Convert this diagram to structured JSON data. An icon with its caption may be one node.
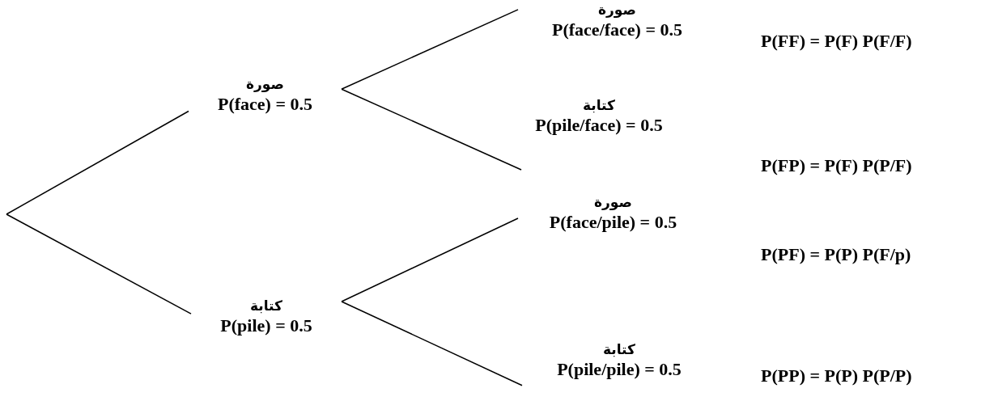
{
  "diagram": {
    "nodes": [
      {
        "text": [
          "صورة",
          "P(face) = 0.5"
        ]
      },
      {
        "text": [
          "كتابة",
          "P(pile) = 0.5"
        ]
      },
      {
        "text": [
          "صورة",
          "P(face/face) = 0.5"
        ]
      },
      {
        "text": [
          "كتابة",
          "P(pile/face) = 0.5"
        ]
      },
      {
        "text": [
          "صورة",
          "P(face/pile) = 0.5"
        ]
      },
      {
        "text": [
          "كتابة",
          "P(pile/pile) = 0.5"
        ]
      }
    ],
    "edges": [
      {
        "from": null,
        "to": 0,
        "arrow": "none"
      },
      {
        "from": null,
        "to": 1,
        "arrow": "none"
      },
      {
        "from": 0,
        "to": 2,
        "arrow": "none"
      },
      {
        "from": 0,
        "to": 3,
        "arrow": "none"
      },
      {
        "from": 1,
        "to": 4,
        "arrow": "none"
      },
      {
        "from": 1,
        "to": 5,
        "arrow": "none"
      }
    ],
    "labels": [
      "P(FF) = P(F) P(F/F)",
      "P(FP) = P(F) P(P/F)",
      "P(PF) = P(P) P(F/p)",
      "P(PP) = P(P) P(P/P)"
    ]
  }
}
